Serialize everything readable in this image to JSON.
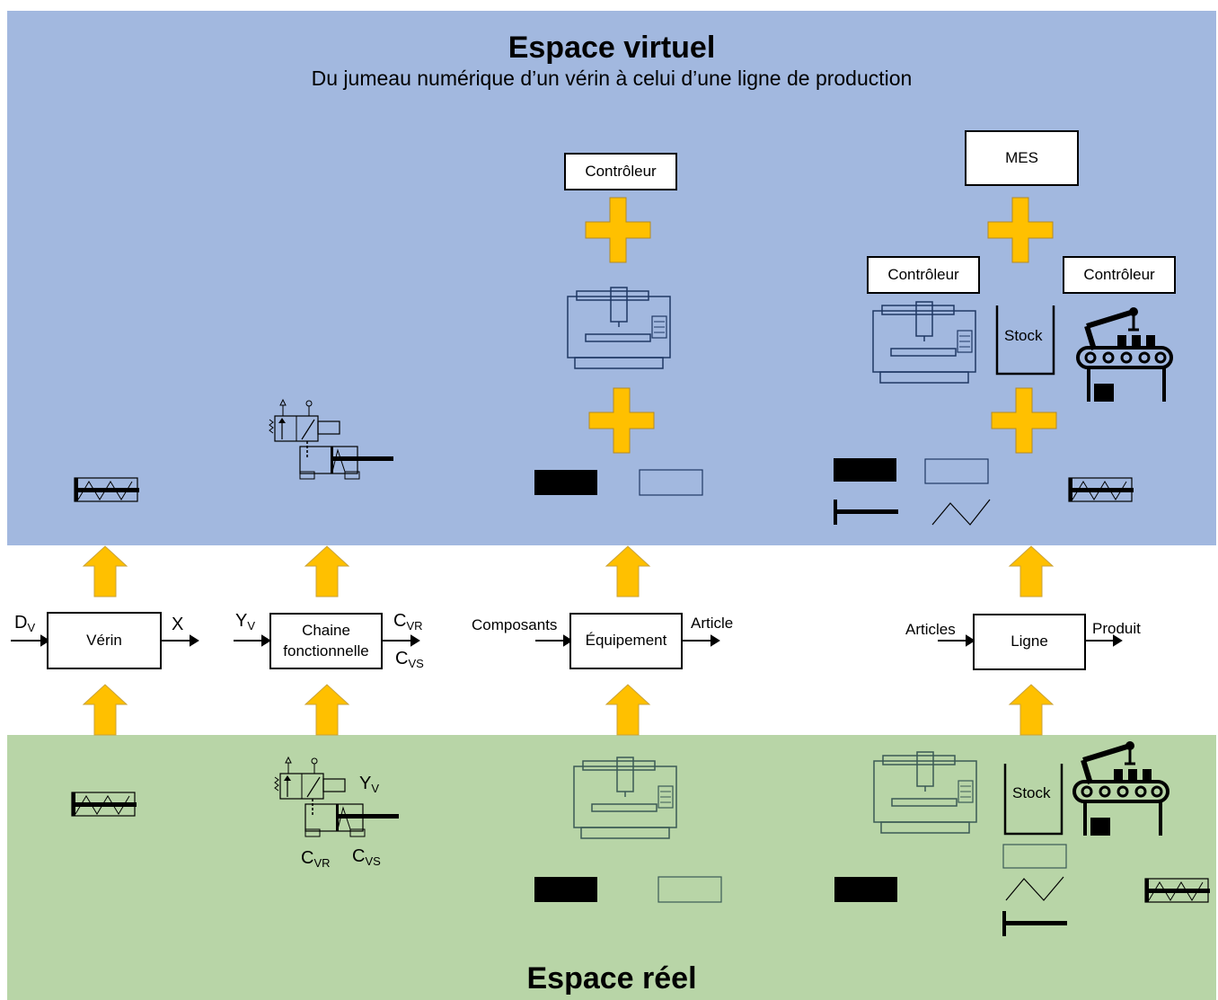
{
  "virtual": {
    "title": "Espace virtuel",
    "subtitle": "Du jumeau numérique d’un vérin à celui d’une ligne de production"
  },
  "real": {
    "title": "Espace réel"
  },
  "blocks": {
    "verin": "Vérin",
    "chaine_line1": "Chaine",
    "chaine_line2": "fonctionnelle",
    "equipement": "Équipement",
    "ligne": "Ligne"
  },
  "io": {
    "dv_main": "D",
    "dv_sub": "V",
    "x": "X",
    "yv_main": "Y",
    "yv_sub": "V",
    "cvr_main": "C",
    "cvr_sub": "VR",
    "cvs_main": "C",
    "cvs_sub": "VS",
    "composants": "Composants",
    "article": "Article",
    "articles": "Articles",
    "produit": "Produit"
  },
  "virtual_boxes": {
    "controleur": "Contrôleur",
    "mes": "MES",
    "stock": "Stock"
  },
  "real_labels": {
    "stock": "Stock",
    "yv_main": "Y",
    "yv_sub": "V",
    "cvr_main": "C",
    "cvr_sub": "VR",
    "cvs_main": "C",
    "cvs_sub": "VS"
  },
  "colors": {
    "virtual_band": "#a2b8df",
    "real_band": "#b8d5a7",
    "arrow": "#ffc000",
    "plus": "#ffc000",
    "machine_stroke_virtual": "#1f3864",
    "machine_stroke_real": "#3b5a55"
  }
}
